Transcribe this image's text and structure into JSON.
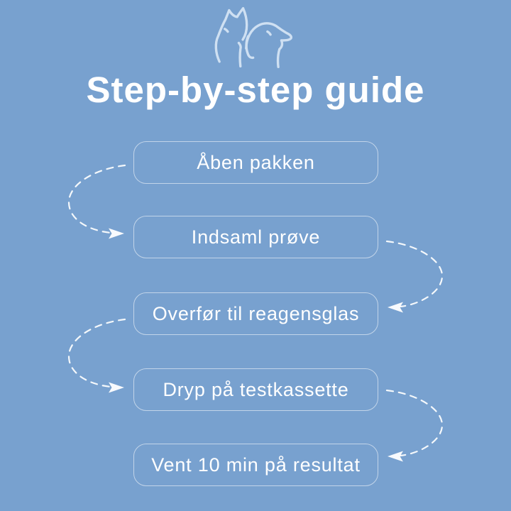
{
  "page": {
    "title": "Step-by-step guide",
    "background_color": "#78A1CF",
    "text_color": "#FFFFFF",
    "box_border_color": "rgba(255,255,255,0.55)",
    "arrow_color": "rgba(255,255,255,0.92)",
    "logo_color": "#CFE0F2"
  },
  "logo": {
    "icon": "cat-dog-outline-icon"
  },
  "steps": [
    {
      "label": "Åben pakken"
    },
    {
      "label": "Indsaml prøve"
    },
    {
      "label": "Overfør til reagensglas"
    },
    {
      "label": "Dryp på testkassette"
    },
    {
      "label": "Vent 10 min på resultat"
    }
  ],
  "connectors": [
    {
      "name": "connector-1",
      "side": "left",
      "from_step": 1,
      "to_step": 2
    },
    {
      "name": "connector-2",
      "side": "right",
      "from_step": 2,
      "to_step": 3
    },
    {
      "name": "connector-3",
      "side": "left",
      "from_step": 3,
      "to_step": 4
    },
    {
      "name": "connector-4",
      "side": "right",
      "from_step": 4,
      "to_step": 5
    }
  ]
}
